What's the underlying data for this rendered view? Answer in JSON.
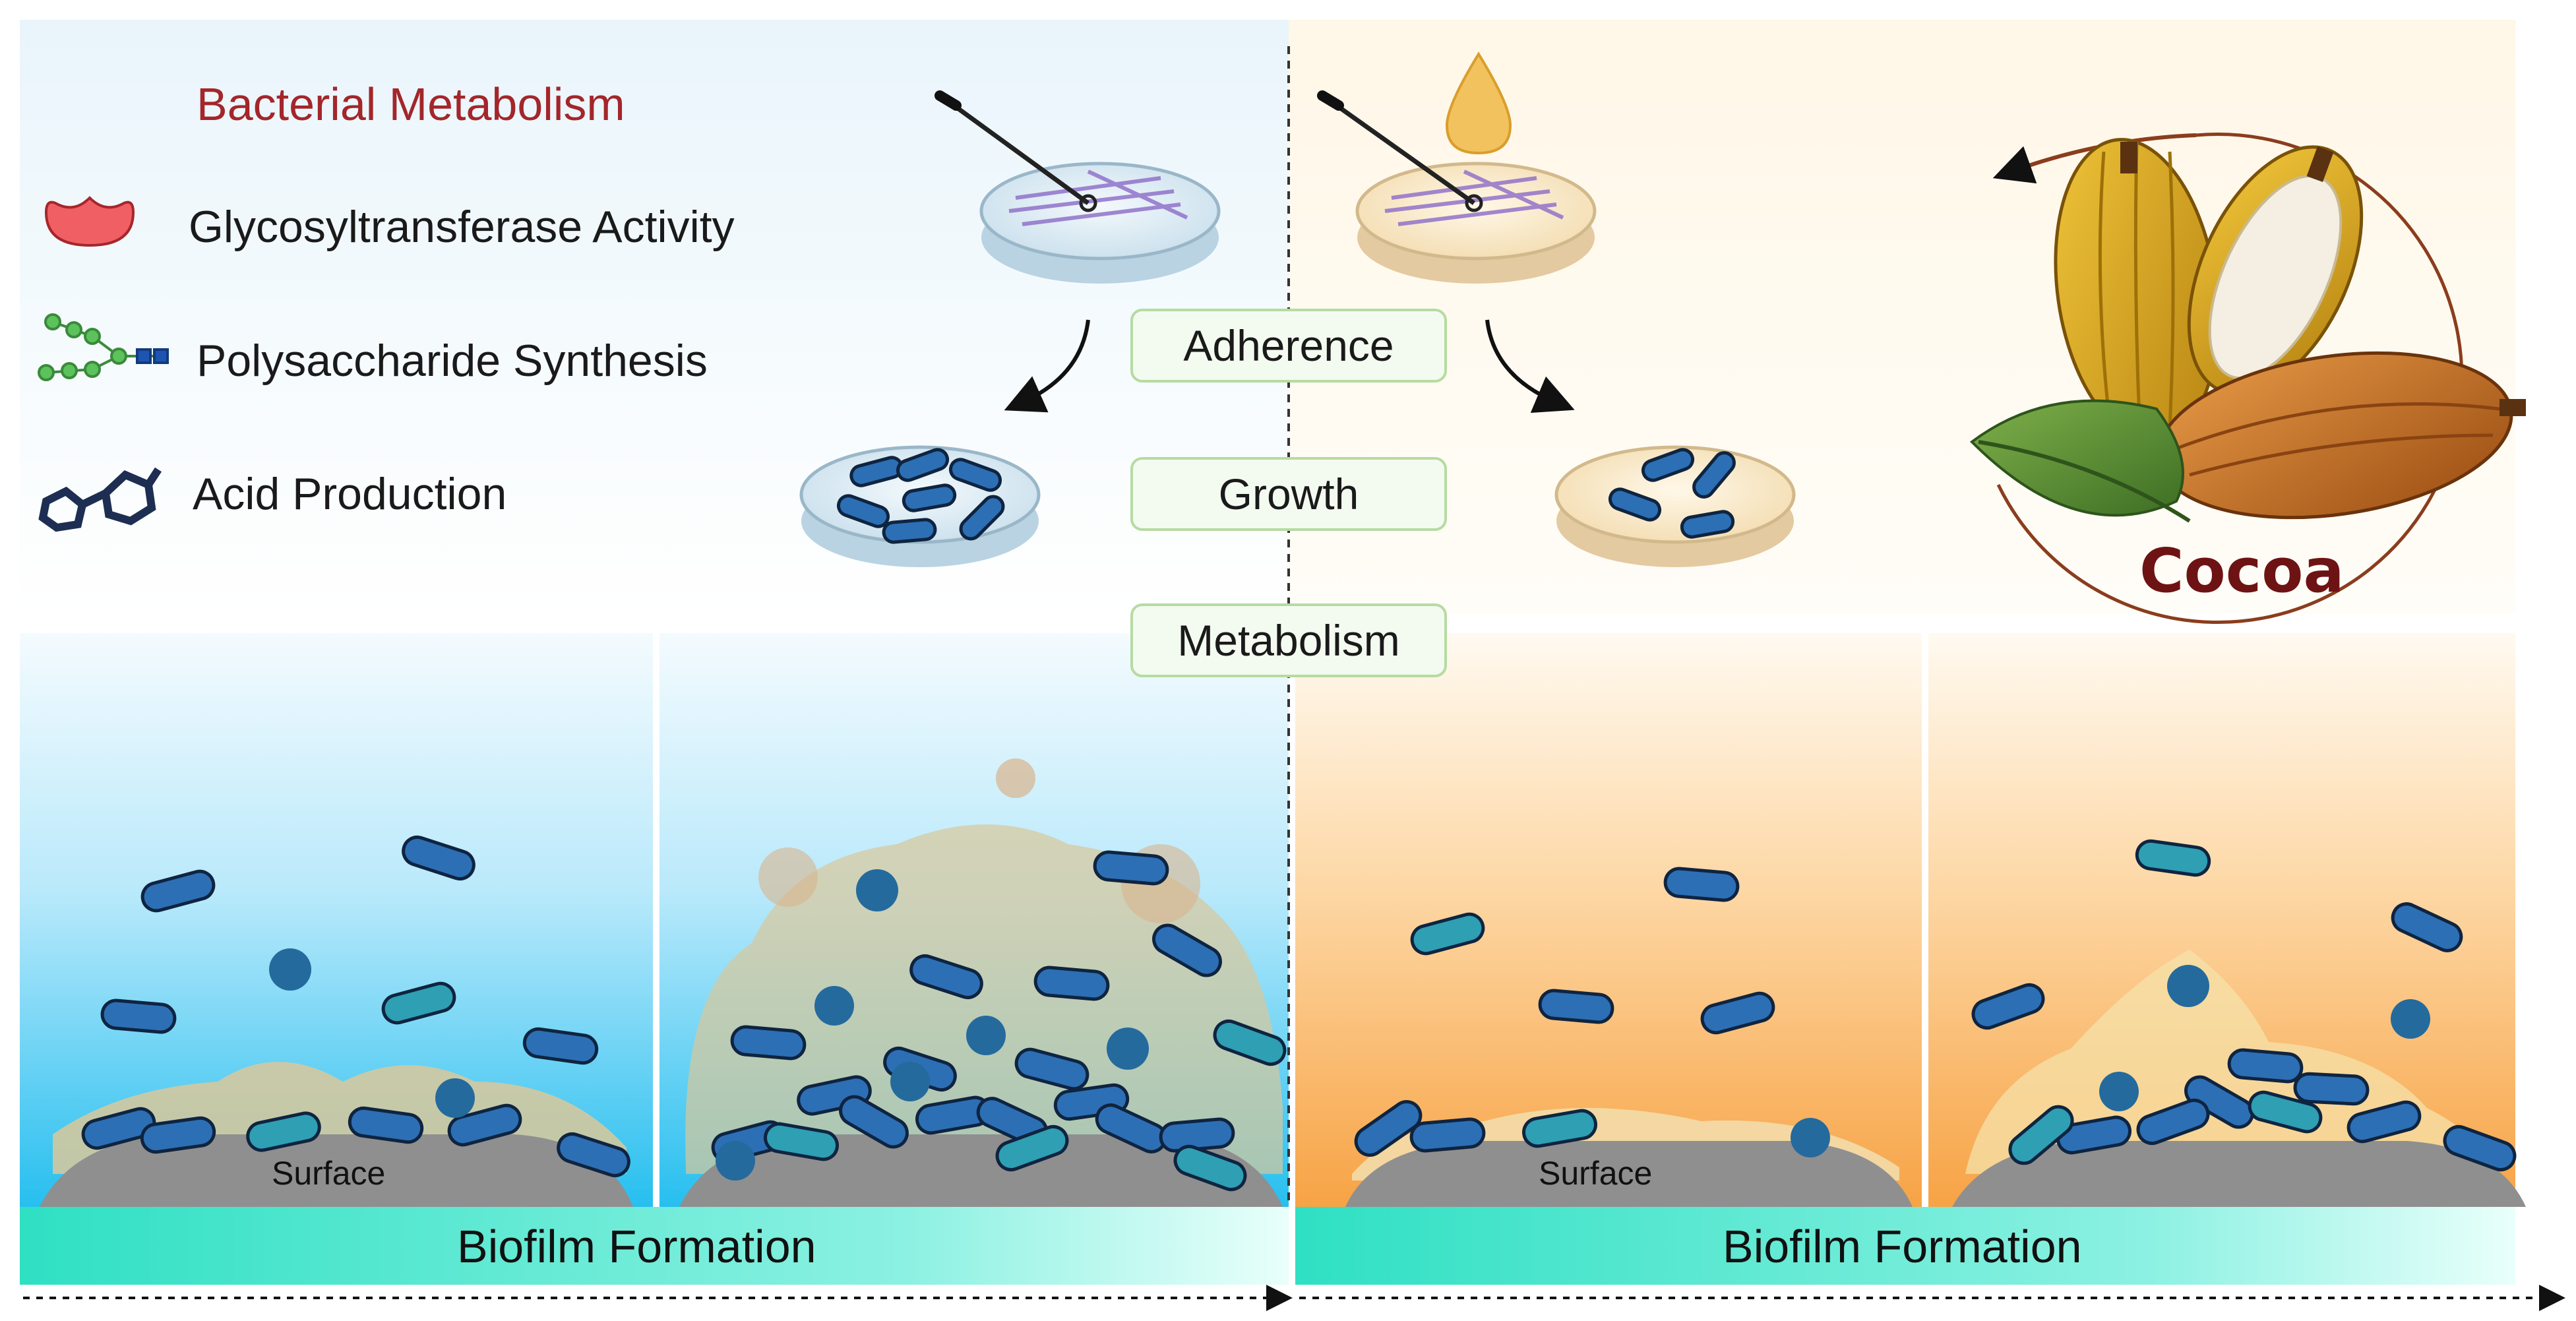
{
  "title": "Bacterial Metabolism",
  "legend": [
    {
      "label": "Glycosyltransferase Activity",
      "icon": "glycosyltransferase-icon"
    },
    {
      "label": "Polysaccharide Synthesis",
      "icon": "polysaccharide-chain-icon"
    },
    {
      "label": "Acid Production",
      "icon": "acid-molecule-icon"
    }
  ],
  "steps": [
    "Adherence",
    "Growth",
    "Metabolism"
  ],
  "surface_label": "Surface",
  "band_label": "Biofilm Formation",
  "cocoa_label": "Cocoa",
  "colors": {
    "title": "#a3262a",
    "cocoa_label": "#6e1314",
    "left_gradient_top": "#e9f7fd",
    "left_gradient_bottom": "#29c2f0",
    "right_gradient_top": "#fff6e6",
    "right_gradient_bottom": "#f7a84a",
    "band": "#34e3c7",
    "step_border": "#b6dba2",
    "bacterium": "#2c6fb5",
    "bacterium_alt": "#2f9fb3"
  }
}
